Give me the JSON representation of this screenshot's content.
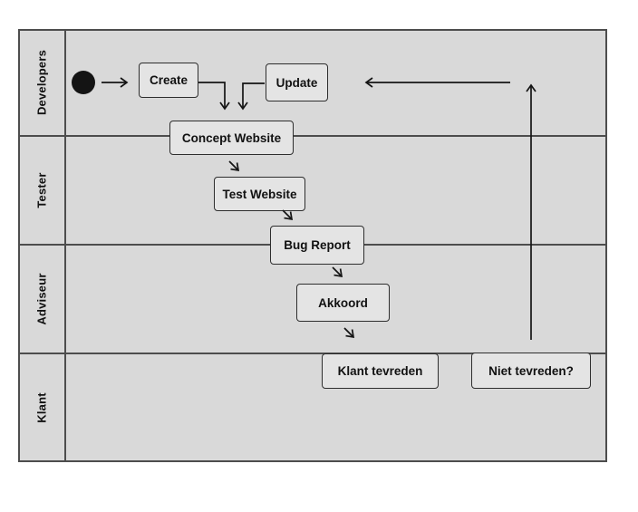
{
  "diagram": {
    "type": "swimlane-activity-diagram",
    "lanes": [
      {
        "label": "Developers"
      },
      {
        "label": "Tester"
      },
      {
        "label": "Adviseur"
      },
      {
        "label": "Klant"
      }
    ],
    "nodes": {
      "start": {
        "type": "initial-node",
        "lane": "Developers"
      },
      "create": {
        "label": "Create",
        "lane": "Developers"
      },
      "update": {
        "label": "Update",
        "lane": "Developers"
      },
      "concept_website": {
        "label": "Concept Website",
        "lane": "Developers"
      },
      "test_website": {
        "label": "Test Website",
        "lane": "Tester"
      },
      "bug_report": {
        "label": "Bug Report",
        "lane": "Tester"
      },
      "akkoord": {
        "label": "Akkoord",
        "lane": "Adviseur"
      },
      "klant_tevreden": {
        "label": "Klant tevreden",
        "lane": "Klant"
      },
      "niet_tevreden": {
        "label": "Niet tevreden?",
        "lane": "Klant"
      }
    },
    "edges": [
      {
        "from": "start",
        "to": "create"
      },
      {
        "from": "create",
        "to": "concept_website"
      },
      {
        "from": "update",
        "to": "concept_website"
      },
      {
        "from": "concept_website",
        "to": "test_website"
      },
      {
        "from": "test_website",
        "to": "bug_report"
      },
      {
        "from": "bug_report",
        "to": "akkoord"
      },
      {
        "from": "akkoord",
        "to": "klant_tevreden"
      },
      {
        "from": "niet_tevreden",
        "to": "update",
        "note": "feedback loop upward then left"
      }
    ],
    "colors": {
      "page_bg": "#ffffff",
      "lane_bg": "#d9d9d9",
      "node_bg": "#e4e4e4",
      "frame_border": "#4d4d4d",
      "node_border": "#2e2e2e",
      "arrow": "#141414",
      "text": "#111111"
    }
  }
}
